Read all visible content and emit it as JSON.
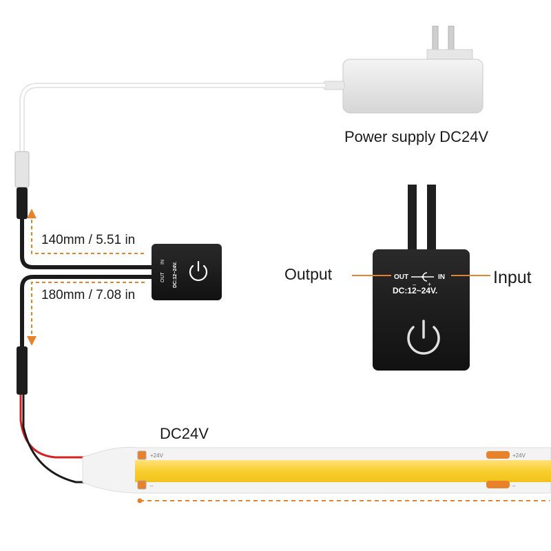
{
  "power_supply": {
    "label": "Power supply DC24V"
  },
  "cable_lengths": {
    "top": "140mm / 5.51 in",
    "bottom": "180mm / 7.08 in"
  },
  "switch_zoom": {
    "output_label": "Output",
    "input_label": "Input",
    "port_out": "OUT",
    "port_in": "IN",
    "voltage": "DC:12~24V."
  },
  "small_switch": {
    "port_out": "OUT",
    "port_in": "IN",
    "voltage": "DC:12~24V."
  },
  "strip": {
    "voltage_label": "DC24V",
    "pad_plus_left": "+24V",
    "pad_plus_right": "+24V",
    "pad_minus_left": "–",
    "pad_minus_right": "–"
  },
  "colors": {
    "accent_orange": "#e8822a",
    "led_yellow": "#f7cf2e",
    "device_black": "#1b1b1b",
    "wire_red": "#d42020"
  },
  "icons": [
    "power-plug-icon",
    "power-button-icon",
    "dc-barrel-icon"
  ]
}
